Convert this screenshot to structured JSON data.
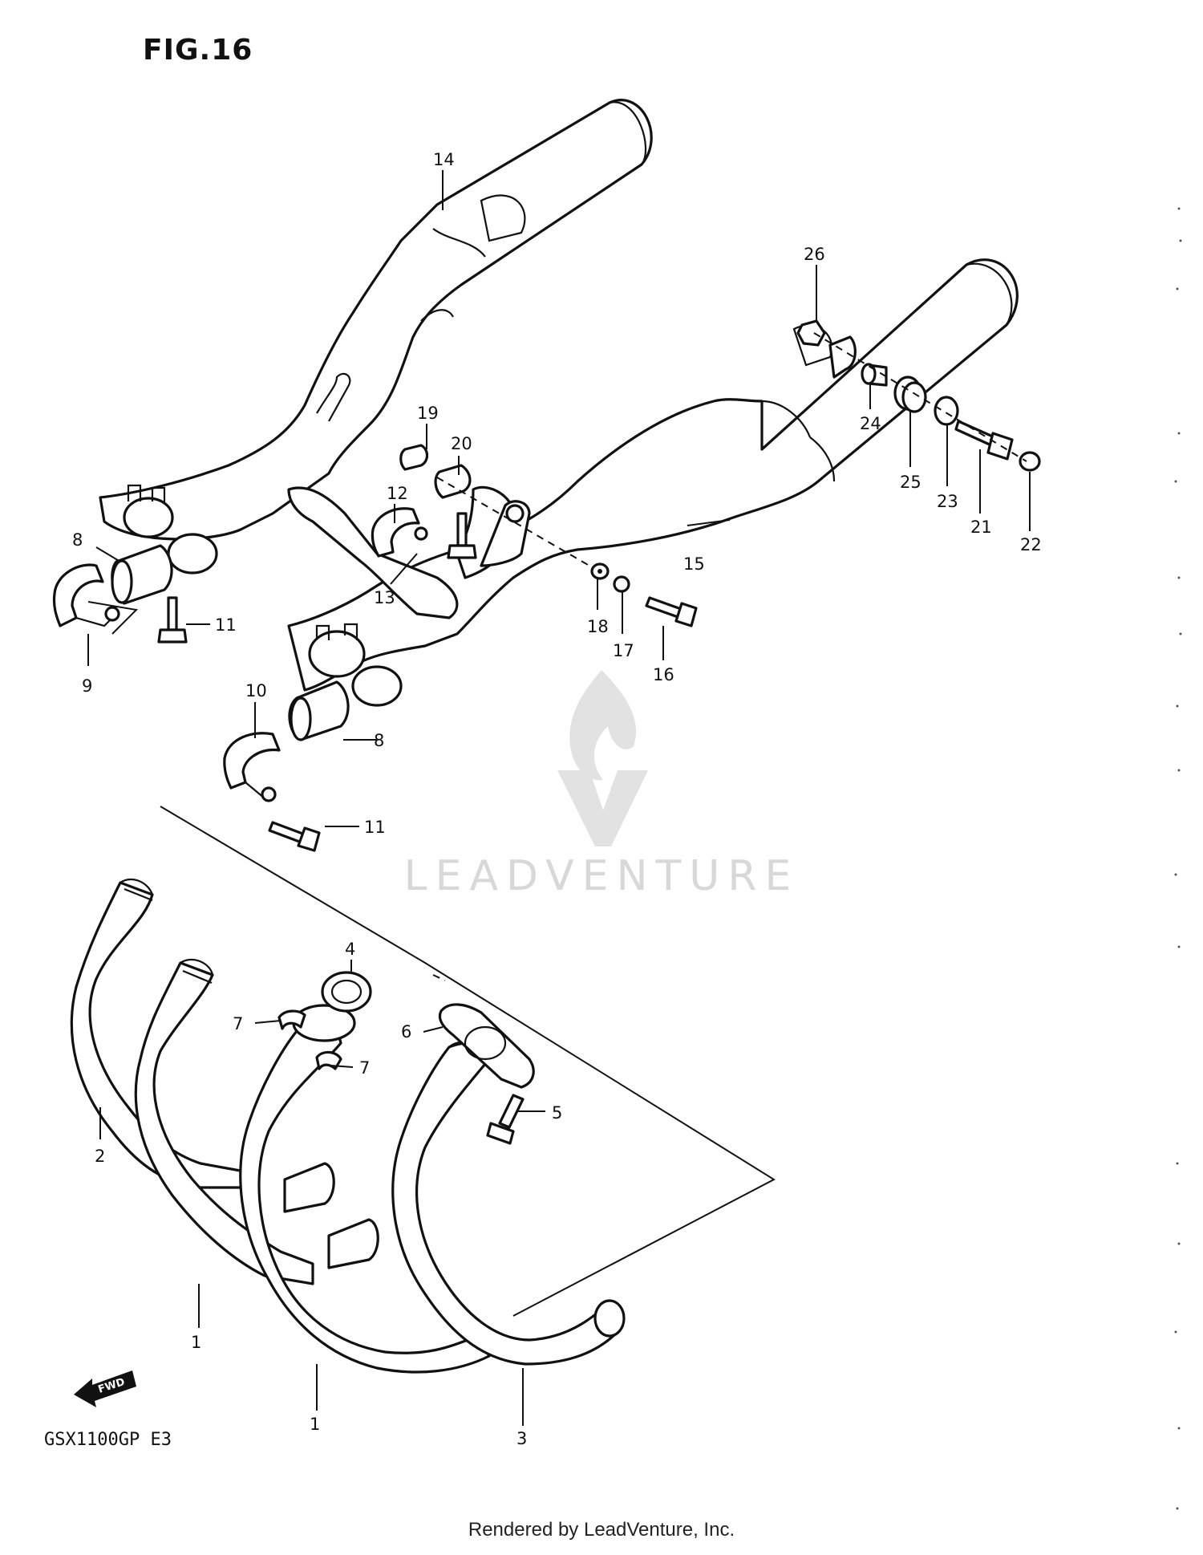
{
  "header": {
    "figure_title": "FIG.16"
  },
  "footer": {
    "model_code": "GSX1100GP  E3",
    "rendered_by": "Rendered by LeadVenture, Inc."
  },
  "watermark": {
    "brand": "LEADVENTURE"
  },
  "direction_arrow": {
    "label": "FWD"
  },
  "callouts": {
    "p1a": "1",
    "p1b": "1",
    "p2": "2",
    "p3": "3",
    "p4": "4",
    "p5": "5",
    "p6": "6",
    "p7a": "7",
    "p7b": "7",
    "p8a": "8",
    "p8b": "8",
    "p9": "9",
    "p10": "10",
    "p11a": "11",
    "p11b": "11",
    "p12": "12",
    "p13": "13",
    "p14": "14",
    "p15": "15",
    "p16": "16",
    "p17": "17",
    "p18": "18",
    "p19": "19",
    "p20": "20",
    "p21": "21",
    "p22": "22",
    "p23": "23",
    "p24": "24",
    "p25": "25",
    "p26": "26"
  },
  "colors": {
    "line": "#111111",
    "watermark": "#d8d8d8",
    "background": "#ffffff"
  }
}
